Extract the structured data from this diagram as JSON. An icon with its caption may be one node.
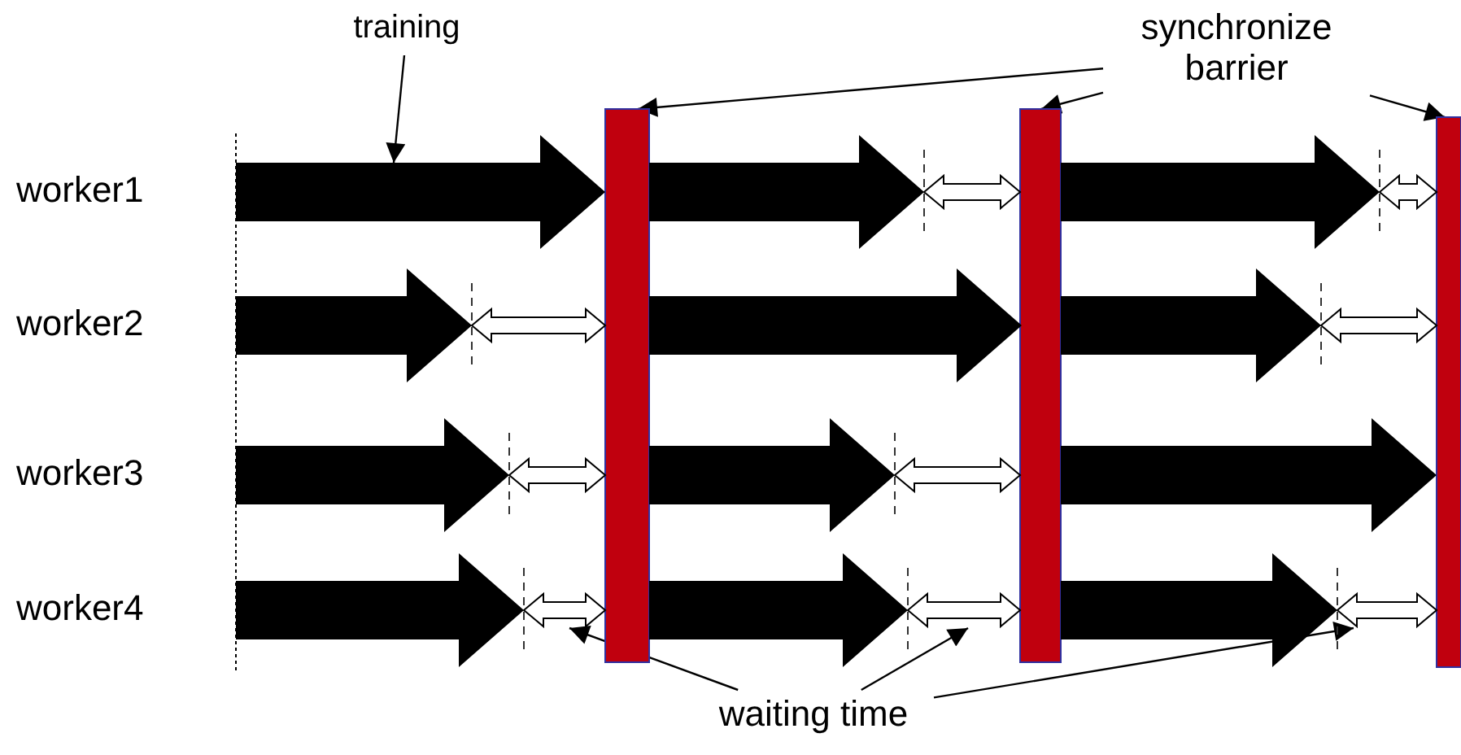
{
  "diagram": {
    "nodes": [
      {
        "text": [
          "training"
        ]
      },
      {
        "text": [
          "synchronize barrier"
        ]
      },
      {
        "text": [],
        "shape": "bar"
      },
      {
        "text": [],
        "shape": "bar"
      },
      {
        "text": [],
        "shape": "bar"
      },
      {
        "text": [],
        "shape": "arrow"
      },
      {
        "text": [],
        "shape": "arrow"
      },
      {
        "text": [],
        "shape": "arrow"
      },
      {
        "text": [],
        "shape": "arrow"
      },
      {
        "text": [],
        "shape": "arrow"
      },
      {
        "text": [],
        "shape": "arrow"
      },
      {
        "text": [],
        "shape": "arrow"
      },
      {
        "text": [],
        "shape": "arrow"
      },
      {
        "text": [],
        "shape": "arrow"
      },
      {
        "text": [],
        "shape": "arrow"
      },
      {
        "text": [],
        "shape": "arrow"
      },
      {
        "text": [],
        "shape": "arrow"
      },
      {
        "text": [],
        "shape": "arrow"
      },
      {
        "text": [],
        "shape": "arrow"
      },
      {
        "text": [],
        "shape": "arrow"
      },
      {
        "text": [],
        "shape": "arrow"
      },
      {
        "text": [],
        "shape": "arrow"
      },
      {
        "text": [],
        "shape": "arrow"
      },
      {
        "text": [],
        "shape": "arrow"
      },
      {
        "text": [],
        "shape": "arrow"
      },
      {
        "text": [],
        "shape": "arrow"
      },
      {
        "text": [
          "waiting time"
        ]
      }
    ],
    "edges": [
      {
        "from": 0,
        "to": 5,
        "arrow": "to"
      },
      {
        "from": 1,
        "to": 2,
        "arrow": "to"
      },
      {
        "from": 1,
        "to": 3,
        "arrow": "to"
      },
      {
        "from": 1,
        "to": 4,
        "arrow": "to"
      },
      {
        "from": 26,
        "to": 21,
        "arrow": "to"
      },
      {
        "from": 26,
        "to": 23,
        "arrow": "to"
      },
      {
        "from": 26,
        "to": 25,
        "arrow": "to"
      }
    ],
    "labels": [
      "worker1",
      "worker2",
      "worker3",
      "worker4"
    ]
  }
}
